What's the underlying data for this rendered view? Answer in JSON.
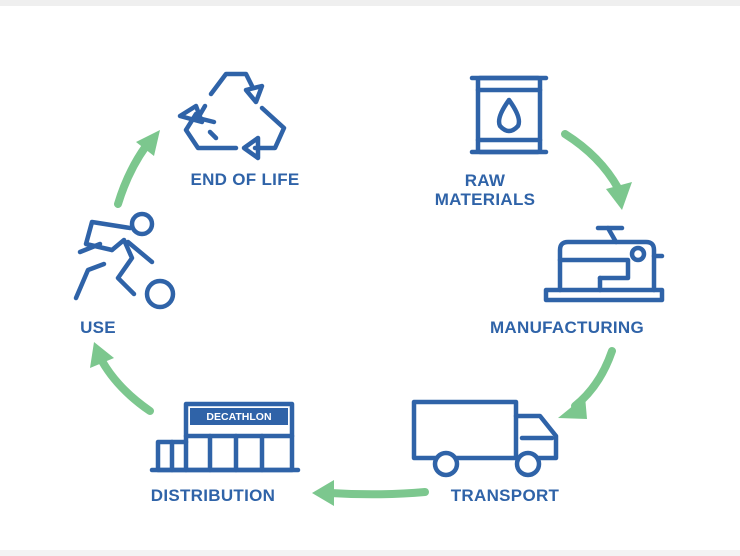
{
  "diagram": {
    "stages": {
      "end_of_life": "END OF LIFE",
      "raw_materials": "RAW\nMATERIALS",
      "manufacturing": "MANUFACTURING",
      "transport": "TRANSPORT",
      "distribution": "DISTRIBUTION",
      "use": "USE"
    },
    "store_sign": "DECATHLON",
    "icons": {
      "end_of_life": "recycle-icon",
      "raw_materials": "oil-barrel-icon",
      "manufacturing": "sewing-machine-icon",
      "transport": "truck-icon",
      "distribution": "store-icon",
      "use": "football-player-icon"
    },
    "colors": {
      "primary": "#2f63a8",
      "arrow": "#7cc78e",
      "background": "#ffffff"
    }
  }
}
